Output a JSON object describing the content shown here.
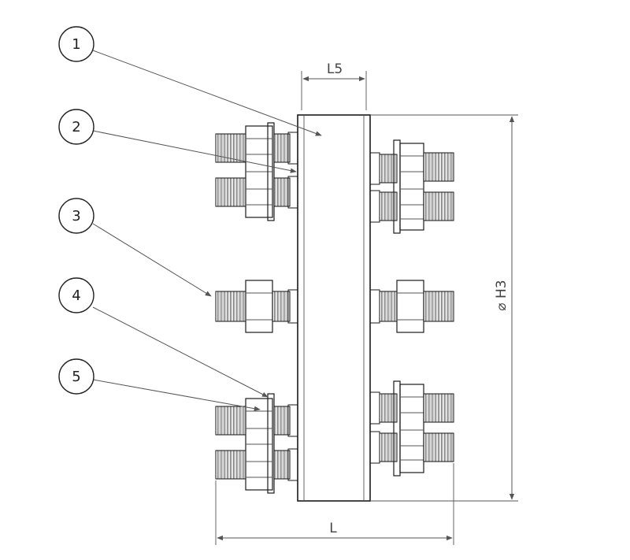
{
  "callouts": [
    {
      "id": "1",
      "label": "1"
    },
    {
      "id": "2",
      "label": "2"
    },
    {
      "id": "3",
      "label": "3"
    },
    {
      "id": "4",
      "label": "4"
    },
    {
      "id": "5",
      "label": "5"
    }
  ],
  "dimensions": {
    "top_width": "L5",
    "diameter": "⌀ H3",
    "overall_length": "L"
  },
  "colors": {
    "line": "#1a1a1a",
    "dimension": "#555555",
    "thread": "#111111"
  }
}
